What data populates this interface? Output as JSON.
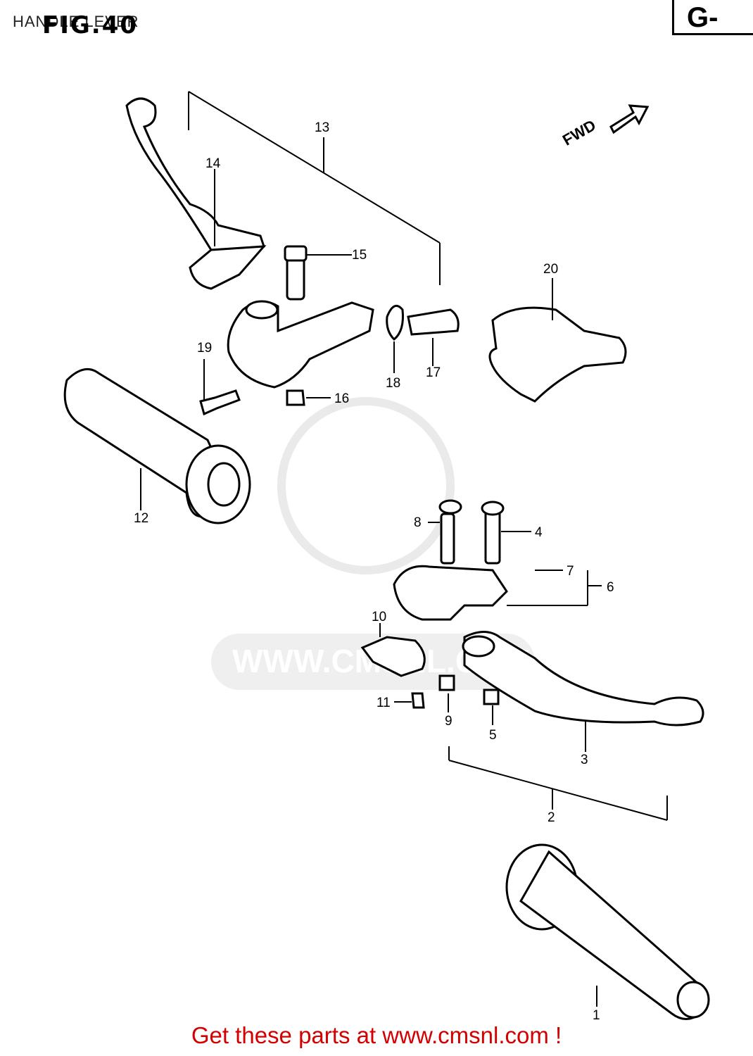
{
  "header": {
    "title": "HANDLE LEVER",
    "figure": "FIG.40",
    "section": "G-"
  },
  "fwd_label": "FWD",
  "watermark": "WWW.CMSNL.COM",
  "footer": {
    "cta": "Get these parts at www.cmsnl.com !"
  },
  "part_labels": [
    "1",
    "2",
    "3",
    "4",
    "5",
    "6",
    "7",
    "8",
    "9",
    "10",
    "11",
    "12",
    "13",
    "14",
    "15",
    "16",
    "17",
    "18",
    "19",
    "20"
  ]
}
